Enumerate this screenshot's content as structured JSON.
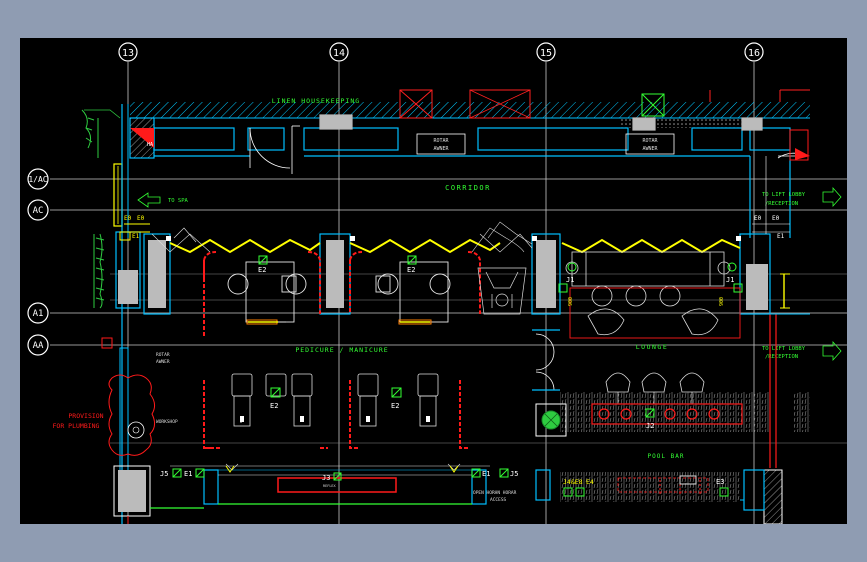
{
  "colors": {
    "background": "#8f9cb2",
    "canvas": "#000000",
    "wall": "#00bfff",
    "partition": "#00a8e0",
    "hatch": "#00c8ff",
    "grid_line": "#c8c8c8",
    "equipment": "#e6e6e6",
    "fixture_red": "#ff1a1a",
    "light_yellow": "#ffff00",
    "label_green": "#33ff33",
    "plant_green": "#2ecc40",
    "bubble": "#ffffff",
    "door": "#ffffff",
    "magenta": "#ff33ff"
  },
  "grid": {
    "columns": [
      "13",
      "14",
      "15",
      "16"
    ],
    "rows": [
      "1/AC",
      "AC",
      "A1",
      "AA"
    ]
  },
  "rooms": {
    "linen_housekeeping": "LINEN HOUSEKEEPING",
    "corridor": "CORRIDOR",
    "pedicure_manicure": "PEDICURE / MANICURE",
    "lounge": "LOUNGE",
    "pool_bar": "POOL BAR"
  },
  "notes": {
    "to_spa": "TO SPA",
    "to_lift_lobby_top": "TO LIFT LOBBY",
    "reception_top": "/RECEPTION",
    "to_lift_lobby_mid": "TO LIFT LOBBY",
    "reception_mid": "/RECEPTION",
    "provision_line1": "PROVISION",
    "provision_line2": "FOR PLUMBING",
    "ha": "HA",
    "tag1_line1": "ROTAR",
    "tag1_line2": "AWNER",
    "tag2_line1": "ROTAR",
    "tag2_line2": "AWNER",
    "tag3_line1": "ROTAR",
    "tag3_line2": "AWNER",
    "worker_top": "WORKSHOP",
    "reflex": "REFLEX",
    "bottom_note_line1": "OPEN HORHN HORAR",
    "bottom_note_line2": "ACCESS"
  },
  "symbols": {
    "e2_tl": "E2",
    "e2_tr": "E2",
    "e2_bl": "E2",
    "e2_br": "E2",
    "e0_left": "E0",
    "e0_left_b": "E0",
    "e1_left": "E1",
    "e0_right": "E0",
    "e0_right_b": "E0",
    "e1_right": "E1",
    "j1_a": "J1",
    "j1_b": "J1",
    "j2": "J2",
    "j3": "J3",
    "j5_left": "J5",
    "j5_right": "J5",
    "e1_bl": "E1",
    "e1_br": "E1",
    "j4_e8": "J4&E8",
    "e4": "E4",
    "e3": "E3",
    "dim_a": "900",
    "dim_b": "900"
  }
}
